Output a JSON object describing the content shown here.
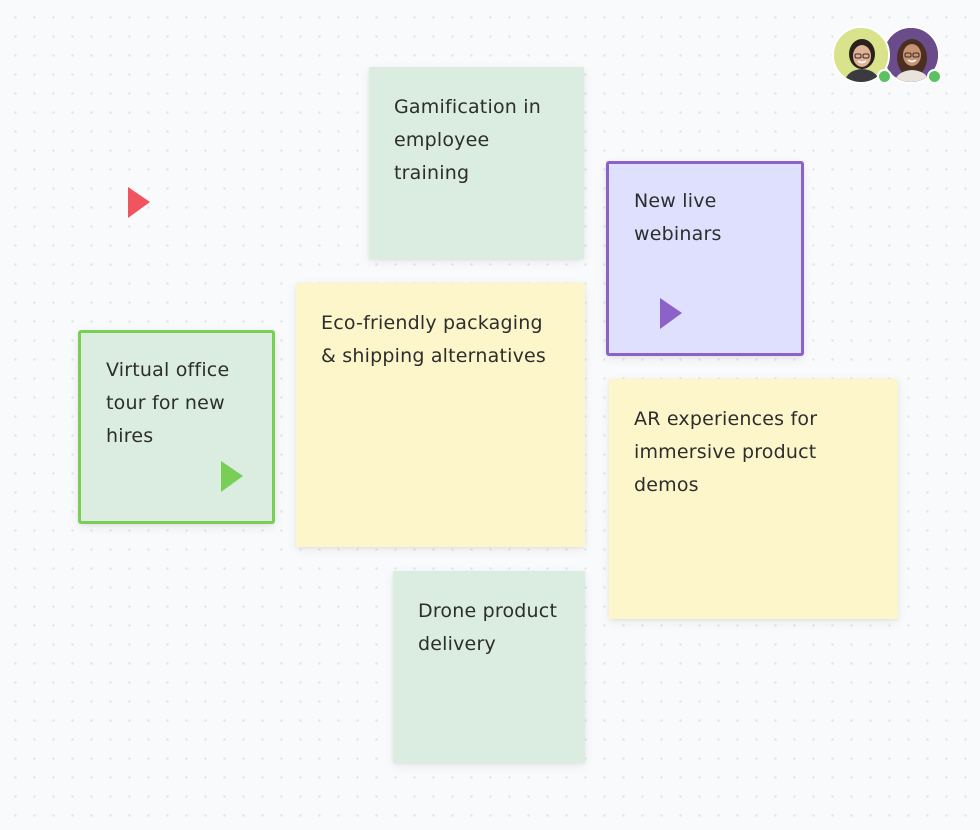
{
  "board": {
    "notes": {
      "gamification": {
        "text": "Gamification in employee training",
        "color": "#daede0"
      },
      "webinars": {
        "text": "New live webinars",
        "color": "#dfe0fd",
        "selection_color": "#8c62c9"
      },
      "eco": {
        "text": "Eco-friendly packaging & shipping alternatives",
        "color": "#fdf6cb"
      },
      "virtual": {
        "text": "Virtual office tour for new hires",
        "color": "#daede0",
        "selection_color": "#79cf55"
      },
      "ar": {
        "text": "AR experiences for immersive product demos",
        "color": "#fdf6cb"
      },
      "drone": {
        "text": "Drone product delivery",
        "color": "#daede0"
      }
    },
    "cursors": {
      "red": {
        "icon": "cursor-arrow-icon",
        "color": "#f2545f"
      },
      "green": {
        "icon": "cursor-arrow-icon",
        "color": "#79cf55"
      },
      "purple": {
        "icon": "cursor-arrow-icon",
        "color": "#8c62c9"
      }
    }
  },
  "collaborators": [
    {
      "avatar_icon": "user-avatar-icon",
      "avatar_bg": "#d8e38c",
      "status": "online",
      "status_color": "#5cc161"
    },
    {
      "avatar_icon": "user-avatar-icon",
      "avatar_bg": "#6b4c8a",
      "status": "online",
      "status_color": "#5cc161"
    }
  ]
}
